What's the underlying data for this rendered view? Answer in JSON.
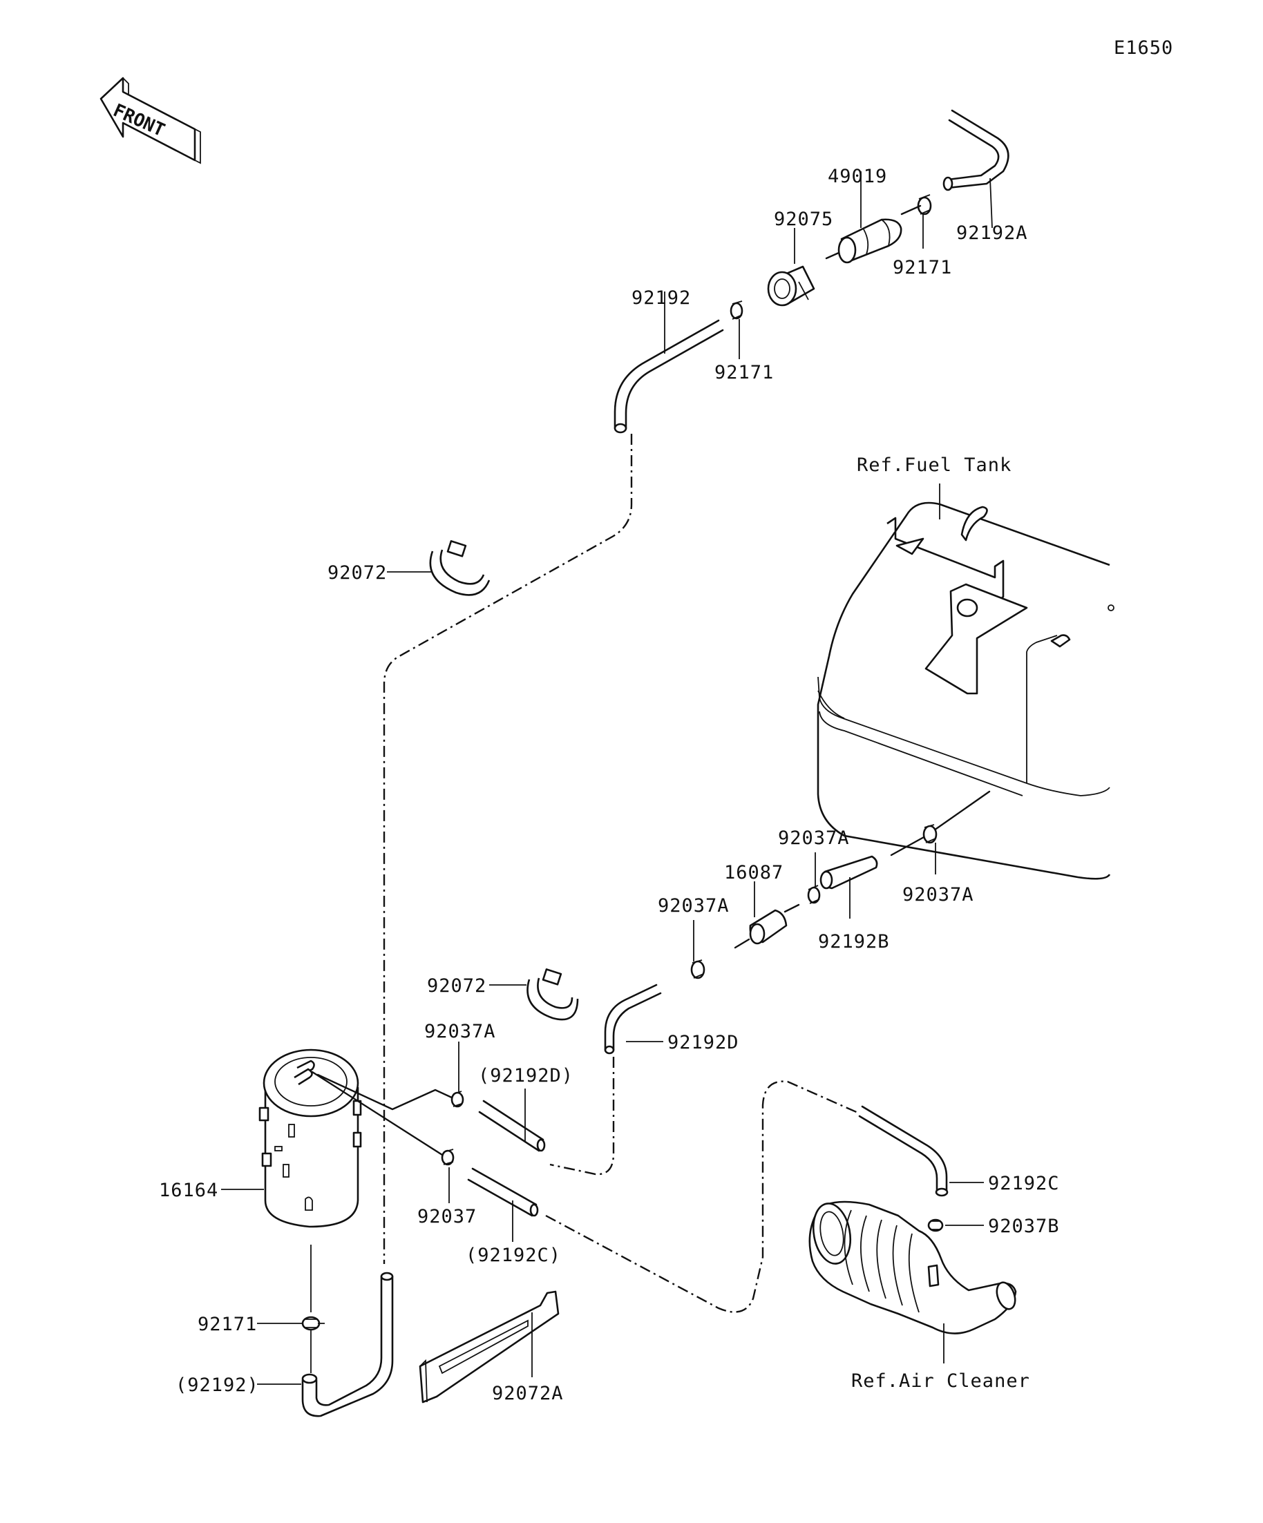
{
  "diagram_code": "E1650",
  "front_label": "FRONT",
  "references": {
    "fuel_tank": "Ref.Fuel Tank",
    "air_cleaner": "Ref.Air Cleaner"
  },
  "part_labels": {
    "p49019": "49019",
    "p92075": "92075",
    "p92192_top": "92192",
    "p92171_upper": "92171",
    "p92171_mid": "92171",
    "p92192A": "92192A",
    "p92072_upper": "92072",
    "p92037A_a": "92037A",
    "p16087": "16087",
    "p92037A_b": "92037A",
    "p92037A_c": "92037A",
    "p92192B": "92192B",
    "p92072_lower": "92072",
    "p92192D": "92192D",
    "p92037A_d": "92037A",
    "p92192D_paren": "(92192D)",
    "p16164": "16164",
    "p92037": "92037",
    "p92192C_paren": "(92192C)",
    "p92192C": "92192C",
    "p92037B": "92037B",
    "p92171_lower": "92171",
    "p92192_paren": "(92192)",
    "p92072A": "92072A"
  }
}
